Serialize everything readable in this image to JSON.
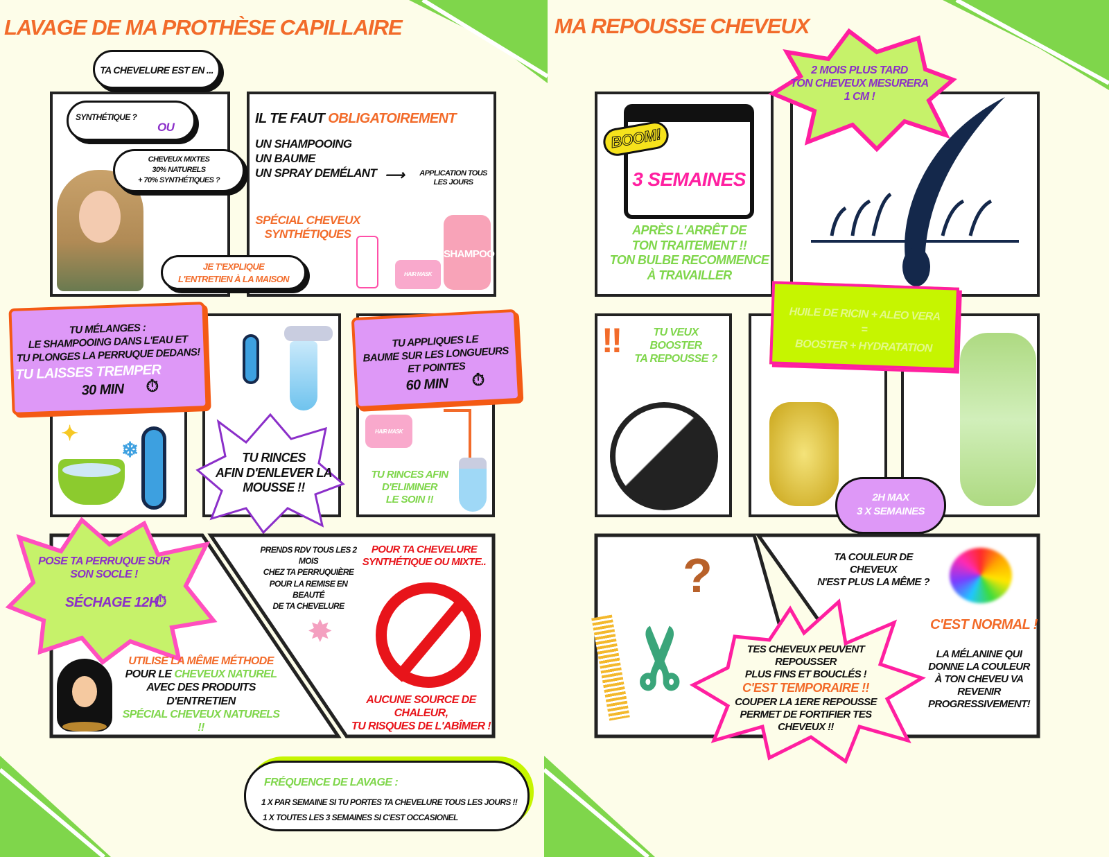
{
  "left": {
    "title": "LAVAGE DE MA PROTHÈSE CAPILLAIRE",
    "bubble_question": "TA CHEVELURE EST EN ...",
    "bubble_synth": "SYNTHÉTIQUE ?",
    "bubble_ou": "OU",
    "bubble_mixed": [
      "CHEVEUX MIXTES",
      "30% NATURELS",
      "+ 70% SYNTHÉTIQUES ?"
    ],
    "bubble_explain": [
      "JE T'EXPLIQUE",
      "L'ENTRETIEN À LA MAISON"
    ],
    "products_title_prefix": "IL TE FAUT ",
    "products_title_highlight": "OBLIGATOIREMENT",
    "products": [
      "UN SHAMPOOING",
      "UN BAUME",
      "UN SPRAY DEMÉLANT"
    ],
    "products_note": [
      "APPLICATION TOUS",
      "LES JOURS"
    ],
    "synthetic_special": [
      "SPÉCIAL CHEVEUX",
      "SYNTHÉTIQUES"
    ],
    "shampoo_label": "SHAMPOO",
    "hair_mask_label": "HAIR MASK",
    "step1": {
      "lines": [
        "TU MÉLANGES :",
        "LE SHAMPOOING DANS L'EAU ET",
        "TU PLONGES LA PERRUQUE DEDANS!"
      ],
      "highlight": "TU LAISSES TREMPER",
      "time": "30 MIN"
    },
    "step2": [
      "TU RINCES",
      "AFIN D'ENLEVER LA",
      "MOUSSE !!"
    ],
    "step3": {
      "lines": [
        "TU APPLIQUES LE",
        "BAUME SUR LES LONGUEURS",
        "ET POINTES"
      ],
      "time": "60 MIN"
    },
    "step3_rinse": [
      "TU RINCES AFIN",
      "D'ELIMINER",
      "LE SOIN !!"
    ],
    "drying": {
      "lines": [
        "POSE TA PERRUQUE SUR",
        "SON SOCLE !"
      ],
      "time": "SÉCHAGE 12H"
    },
    "natural": {
      "line1": "UTILISE LA MÊME MÉTHODE",
      "line2_prefix": "POUR LE ",
      "line2_highlight": "CHEVEUX NATUREL",
      "line3": "AVEC DES PRODUITS",
      "line4": "D'ENTRETIEN",
      "line5": "SPÉCIAL CHEVEUX NATURELS",
      "line6": "!!"
    },
    "rdv": [
      "PRENDS RDV TOUS LES 2",
      "MOIS",
      "CHEZ TA PERRUQUIÈRE",
      "POUR LA REMISE EN",
      "BEAUTÉ",
      "DE TA CHEVELURE"
    ],
    "heat_title": [
      "POUR TA CHEVELURE",
      "SYNTHÉTIQUE OU MIXTE.."
    ],
    "heat_warning": [
      "AUCUNE SOURCE DE",
      "CHALEUR,",
      "TU RISQUES DE L'ABÎMER !"
    ],
    "frequency": {
      "title": "FRÉQUENCE DE LAVAGE :",
      "lines": [
        "1 X PAR SEMAINE SI TU PORTES TA CHEVELURE TOUS LES JOURS !!",
        "1 X TOUTES LES 3 SEMAINES SI C'EST OCCASIONEL"
      ]
    }
  },
  "right": {
    "title": "MA REPOUSSE CHEVEUX",
    "later": [
      "2 MOIS PLUS TARD",
      "TON CHEVEUX MESURERA",
      "1 CM !"
    ],
    "boom": "BOOM!",
    "weeks": "3 SEMAINES",
    "after": [
      "APRÈS L'ARRÊT DE",
      "TON TRAITEMENT !!",
      "TON BULBE RECOMMENCE",
      "À TRAVAILLER"
    ],
    "boost": [
      "TU VEUX",
      "BOOSTER",
      "TA REPOUSSE ?"
    ],
    "oil": [
      "HUILE DE RICIN + ALEO VERA",
      "=",
      "BOOSTER + HYDRATATION"
    ],
    "frequency": [
      "2H MAX",
      "3 X SEMAINES"
    ],
    "color_question": [
      "TA COULEUR DE",
      "CHEVEUX",
      "N'EST PLUS LA MÊME ?"
    ],
    "normal": "C'EST NORMAL !",
    "melanin": [
      "LA MÉLANINE QUI",
      "DONNE LA COULEUR",
      "À TON CHEVEU VA",
      "REVENIR",
      "PROGRESSIVEMENT!"
    ],
    "regrow": [
      "TES CHEVEUX PEUVENT",
      "REPOUSSER",
      "PLUS FINS ET BOUCLÉS !"
    ],
    "temporary": "C'EST TEMPORAIRE !!",
    "cut": [
      "COUPER LA 1ERE REPOUSSE",
      "PERMET DE FORTIFIER TES",
      "CHEVEUX !!"
    ]
  },
  "colors": {
    "orange": "#f26b2a",
    "purple": "#de98f7",
    "green": "#7fd64b",
    "pink": "#ff1fa0",
    "lime": "#c6f500"
  }
}
